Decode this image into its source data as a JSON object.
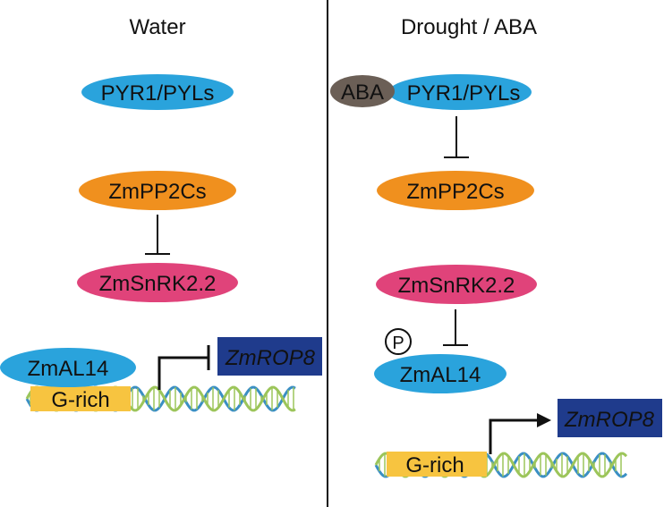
{
  "left_panel": {
    "title": "Water",
    "receptor": "PYR1/PYLs",
    "phosphatase": "ZmPP2Cs",
    "kinase": "ZmSnRK2.2",
    "tf": "ZmAL14",
    "promoter": "G-rich",
    "gene": "ZmROP8"
  },
  "right_panel": {
    "title": "Drought / ABA",
    "ligand": "ABA",
    "receptor": "PYR1/PYLs",
    "phosphatase": "ZmPP2Cs",
    "kinase": "ZmSnRK2.2",
    "phospho": "P",
    "tf": "ZmAL14",
    "promoter": "G-rich",
    "gene": "ZmROP8"
  },
  "colors": {
    "receptor": "#2aa3dc",
    "phosphatase": "#f0901e",
    "kinase": "#e0437a",
    "ligand": "#6b5f56",
    "promoter": "#f7c440",
    "gene": "#1f3b8c",
    "dna_blue": "#3a8fc4",
    "dna_green": "#9cc55a"
  }
}
